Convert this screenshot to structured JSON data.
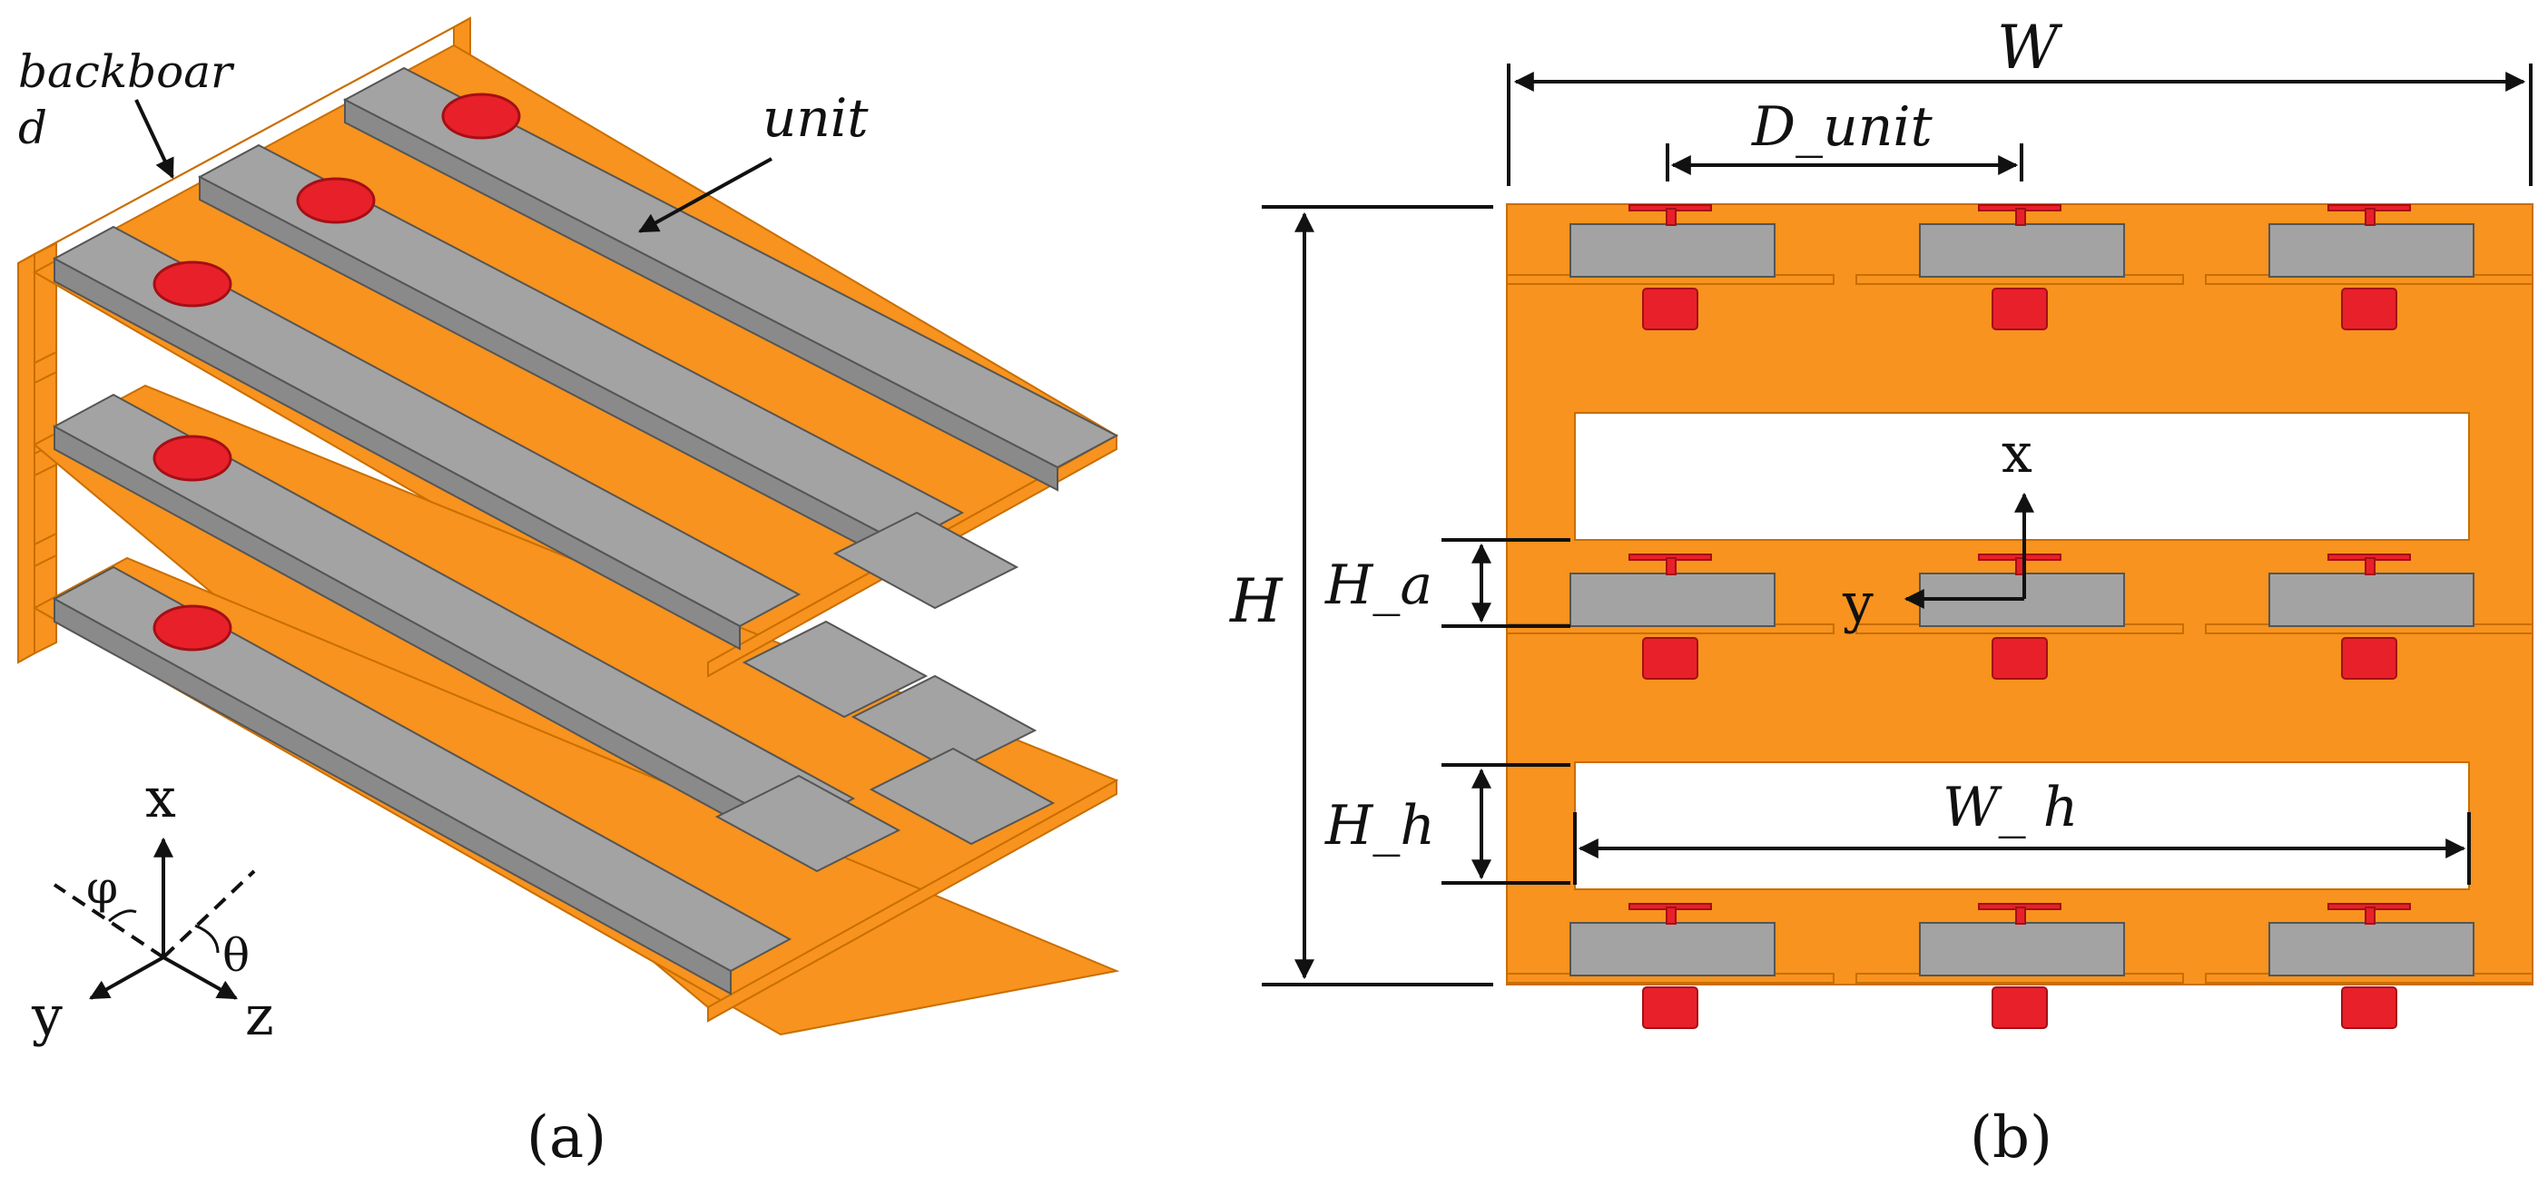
{
  "panel_a": {
    "caption": "(a)",
    "label_backboard_1": "backboar",
    "label_backboard_2": "d",
    "label_unit": "unit",
    "axis_x": "x",
    "axis_y": "y",
    "axis_z": "z",
    "angle_phi": "φ",
    "angle_theta": "θ"
  },
  "panel_b": {
    "caption": "(b)",
    "dim_W": "W",
    "dim_D_unit": "D_unit",
    "dim_H": "H",
    "dim_H_a": "H_a",
    "dim_H_h": "H_h",
    "dim_W_h": "W_ h",
    "axis_x": "x",
    "axis_y": "y"
  },
  "colors": {
    "frame": "#f7931e",
    "frame_edge": "#c96e00",
    "unit": "#a3a3a3",
    "unit_edge": "#555555",
    "feed": "#e8202a",
    "feed_edge": "#a50f15"
  }
}
